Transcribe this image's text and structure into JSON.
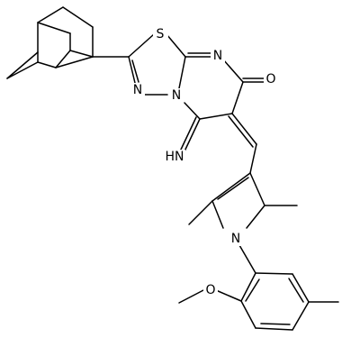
{
  "labels": {
    "sulfur": "S",
    "ring_nitrogen_top": "N",
    "ring_nitrogen_bridge": "N",
    "thiadiazole_nitrogen": "N",
    "carbonyl_oxygen": "O",
    "imine": "HN",
    "pyrrole_nitrogen": "N",
    "methoxy_oxygen": "O"
  },
  "colors": {
    "bond": "#000000",
    "text": "#000000",
    "background": "#ffffff"
  }
}
